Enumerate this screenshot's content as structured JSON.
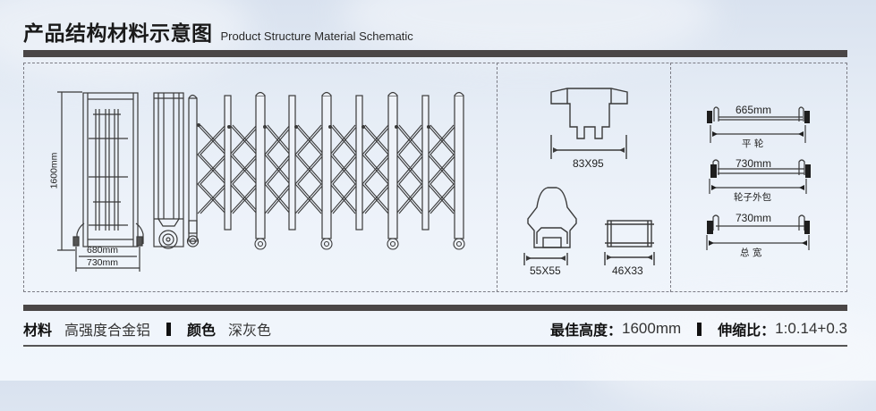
{
  "header": {
    "title_cn": "产品结构材料示意图",
    "title_en": "Product Structure Material Schematic"
  },
  "gate_panel": {
    "height_label": "1600mm",
    "inner_width_label": "680mm",
    "outer_width_label": "730mm"
  },
  "profiles": [
    {
      "id": "main-rail",
      "label": "83X95"
    },
    {
      "id": "post",
      "label": "55X55"
    },
    {
      "id": "link",
      "label": "46X33"
    }
  ],
  "wheel_widths": [
    {
      "value": "665mm",
      "caption": "平 轮"
    },
    {
      "value": "730mm",
      "caption": "轮子外包"
    },
    {
      "value": "730mm",
      "caption": "总 宽"
    }
  ],
  "specs": {
    "material_key": "材料",
    "material_value": "高强度合金铝",
    "color_key": "颜色",
    "color_value": "深灰色",
    "height_key": "最佳高度：",
    "height_value": "1600mm",
    "ratio_key": "伸缩比：",
    "ratio_value": "1:0.14+0.3"
  },
  "colors": {
    "bar": "#4a4646",
    "line": "#3a3a3a",
    "background": "#e6edf6"
  }
}
